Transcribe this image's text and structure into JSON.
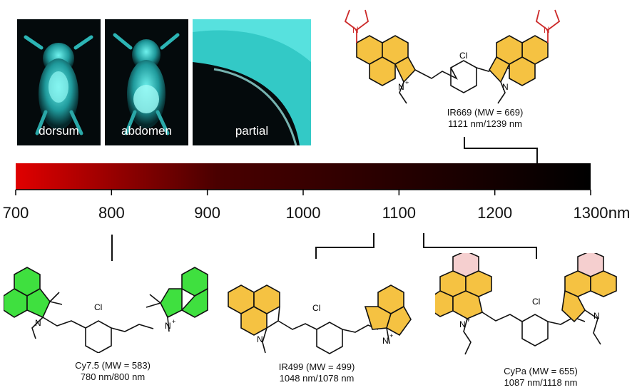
{
  "panels": [
    {
      "label": "dorsum"
    },
    {
      "label": "abdomen"
    },
    {
      "label": "partial"
    }
  ],
  "scale": {
    "ticks": [
      "700",
      "800",
      "900",
      "1000",
      "1100",
      "1200",
      "1300"
    ],
    "unit": "nm",
    "min": 700,
    "max": 1300,
    "gradient_start": "#e00000",
    "gradient_end": "#000000"
  },
  "compounds": [
    {
      "name": "IR669 (MW = 669)",
      "wavelengths": "1121 nm/1239 nm",
      "ring_color": "#f5c242",
      "amine_color": "#cc2a2a"
    },
    {
      "name": "Cy7.5 (MW = 583)",
      "wavelengths": "780 nm/800 nm",
      "ring_color": "#3fe03f"
    },
    {
      "name": "IR499 (MW = 499)",
      "wavelengths": "1048 nm/1078 nm",
      "ring_color": "#f5c242"
    },
    {
      "name": "CyPa (MW = 655)",
      "wavelengths": "1087 nm/1118 nm",
      "ring_color": "#f5c242",
      "extra_ring_color": "#f5cfcf"
    }
  ],
  "atoms": {
    "n": "N",
    "nplus": "N",
    "plus": "+",
    "cl": "Cl"
  }
}
